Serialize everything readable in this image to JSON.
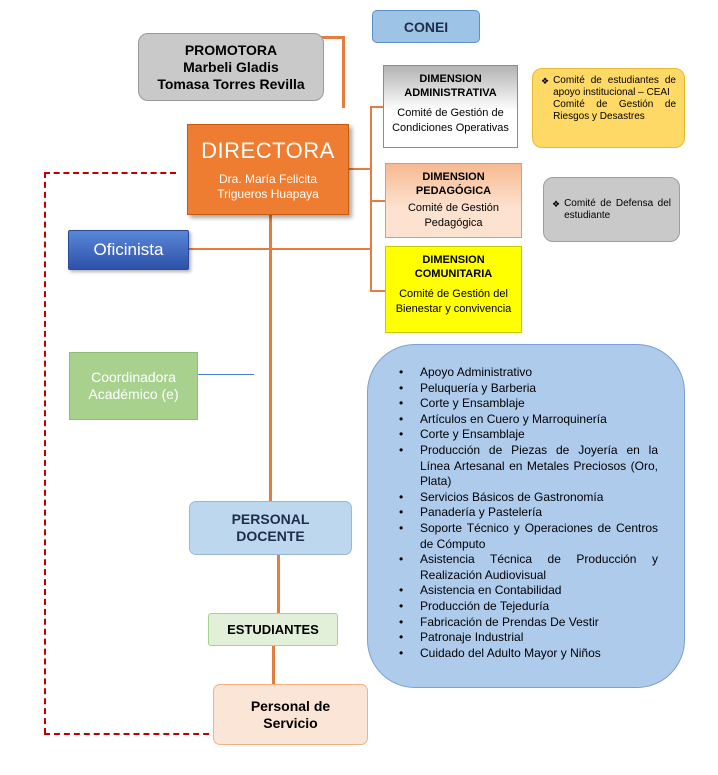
{
  "conei": "CONEI",
  "promotora": {
    "role": "PROMOTORA",
    "name1": "Marbeli Gladis",
    "name2": "Tomasa Torres Revilla"
  },
  "directora": {
    "title": "DIRECTORA",
    "name1": "Dra. María Felicita",
    "name2": "Trigueros Huapaya"
  },
  "oficinista": "Oficinista",
  "coordinadora": {
    "line1": "Coordinadora",
    "line2": "Académico (e)"
  },
  "dimensions": {
    "administrativa": {
      "title1": "DIMENSION",
      "title2": "ADMINISTRATIVA",
      "sub1": "Comité de Gestión de",
      "sub2": "Condiciones Operativas"
    },
    "pedagogica": {
      "title1": "DIMENSION",
      "title2": "PEDAGÓGICA",
      "sub1": "Comité de Gestión",
      "sub2": "Pedagógica"
    },
    "comunitaria": {
      "title1": "DIMENSION",
      "title2": "COMUNITARIA",
      "sub1": "Comité de Gestión del",
      "sub2": "Bienestar y convivencia"
    }
  },
  "side_boxes": {
    "ceai": {
      "bullet": "❖",
      "text1": "Comité de estudiantes de apoyo institucional – CEAI",
      "text2": "Comité de Gestión de Riesgos y Desastres"
    },
    "defensa": {
      "bullet": "❖",
      "text": "Comité de Defensa del estudiante"
    }
  },
  "personal_docente": {
    "line1": "PERSONAL",
    "line2": "DOCENTE"
  },
  "estudiantes": "ESTUDIANTES",
  "personal_servicio": {
    "line1": "Personal de",
    "line2": "Servicio"
  },
  "programs": [
    "Apoyo Administrativo",
    "Peluquería y Barberia",
    "Corte y Ensamblaje",
    "Artículos en Cuero y Marroquinería",
    "Corte y Ensamblaje",
    "Producción de Piezas de Joyería en la Línea Artesanal en Metales Preciosos (Oro, Plata)",
    "Servicios Básicos de Gastronomía",
    "Panadería y Pastelería",
    "Soporte Técnico y Operaciones de Centros de Cómputo",
    "Asistencia Técnica de Producción y Realización Audiovisual",
    "Asistencia en Contabilidad",
    "Producción de Tejeduría",
    "Fabricación de Prendas De Vestir",
    "Patronaje Industrial",
    "Cuidado del Adulto Mayor y Niños"
  ],
  "colors": {
    "connector": "#e47d3d",
    "dashed": "#c00000",
    "directora": "#ee7d31",
    "oficinista": "#2d52a9",
    "programs_bg": "#aecbec"
  }
}
